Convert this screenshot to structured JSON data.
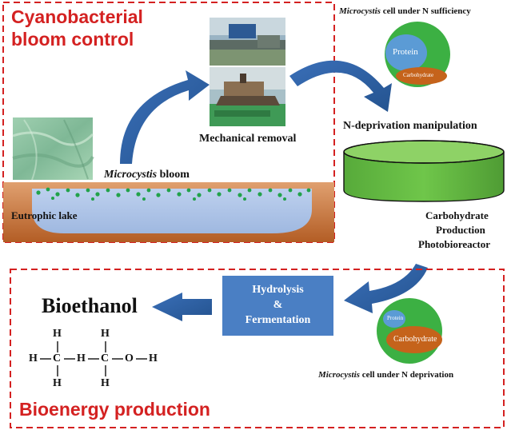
{
  "top_box": {
    "title_line1": "Cyanobacterial",
    "title_line2": "bloom control",
    "mechanical_label": "Mechanical removal",
    "bloom_label_italic": "Microcystis",
    "bloom_label_rest": " bloom",
    "lake_label": "Eutrophic lake"
  },
  "right_panel": {
    "cell_top_caption_italic": "Microcystis",
    "cell_top_caption_rest": " cell under N sufficiency",
    "cell_top_protein": "Protein",
    "cell_top_carbohydrate": "Carbohydrate",
    "manipulation_label": "N-deprivation manipulation",
    "reactor_line1": "Carbohydrate",
    "reactor_line2": "Production",
    "reactor_line3": "Photobioreactor"
  },
  "bottom_box": {
    "cell_bottom_protein": "Protein",
    "cell_bottom_carbohydrate": "Carbohydrate",
    "cell_bottom_caption_italic": "Microcystis",
    "cell_bottom_caption_rest": " cell under N deprivation",
    "process_line1": "Hydrolysis",
    "process_line2": "&",
    "process_line3": "Fermentation",
    "product_label": "Bioethanol",
    "title": "Bioenergy production"
  },
  "molecule": {
    "h": "H",
    "c": "C",
    "o": "O"
  },
  "colors": {
    "red_dash": "#d42121",
    "arrow_blue": "#2f63a8",
    "process_box": "#4a7fc4",
    "cell_green": "#3cb043",
    "protein_blue": "#5b9bd5",
    "carb_brown": "#c5631b",
    "reactor_green": "#63bb3f",
    "lake_blue": "#b4c8e8",
    "bank_brown": "#c6763a"
  }
}
